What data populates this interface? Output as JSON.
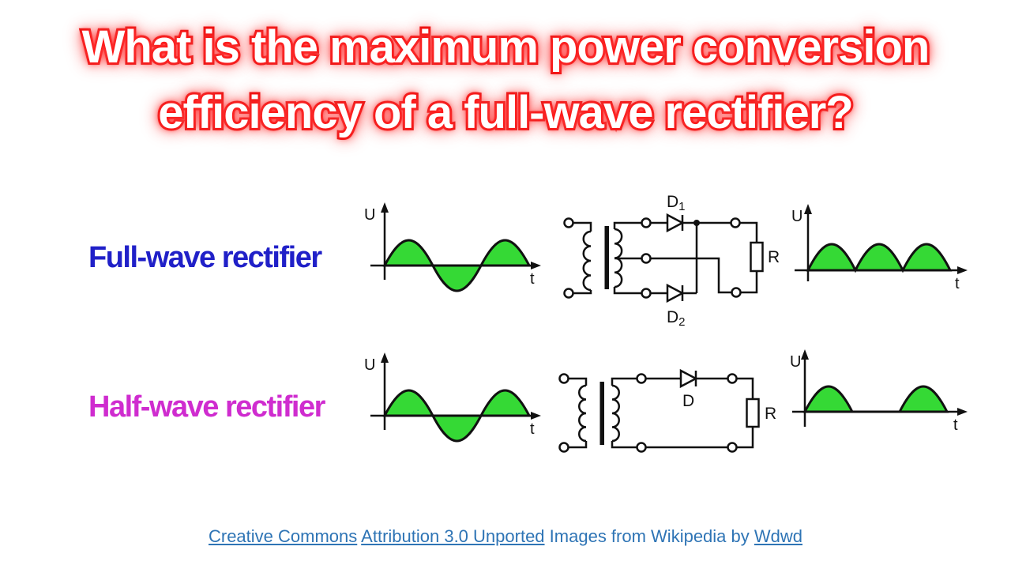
{
  "title": {
    "line1": "What is the maximum power conversion",
    "line2": "efficiency of a full-wave rectifier?"
  },
  "axes": {
    "voltage": "U",
    "time": "t"
  },
  "full_wave": {
    "label": "Full-wave rectifier",
    "diode1_name": "D",
    "diode1_sub": "1",
    "diode2_name": "D",
    "diode2_sub": "2",
    "resistor": "R"
  },
  "half_wave": {
    "label": "Half-wave rectifier",
    "diode_name": "D",
    "resistor": "R"
  },
  "footer": {
    "license_link": "Creative Commons",
    "license_version_link": "Attribution 3.0 Unported",
    "attribution_text": "Images from Wikipedia by",
    "author_link": "Wdwd"
  },
  "colors": {
    "title_fill": "#ffffff",
    "title_glow": "#e60000",
    "full_wave_label": "#2020c8",
    "half_wave_label": "#cf2ccf",
    "wave_fill": "#35d935",
    "line": "#111111",
    "footer_link": "#2e74b5"
  }
}
